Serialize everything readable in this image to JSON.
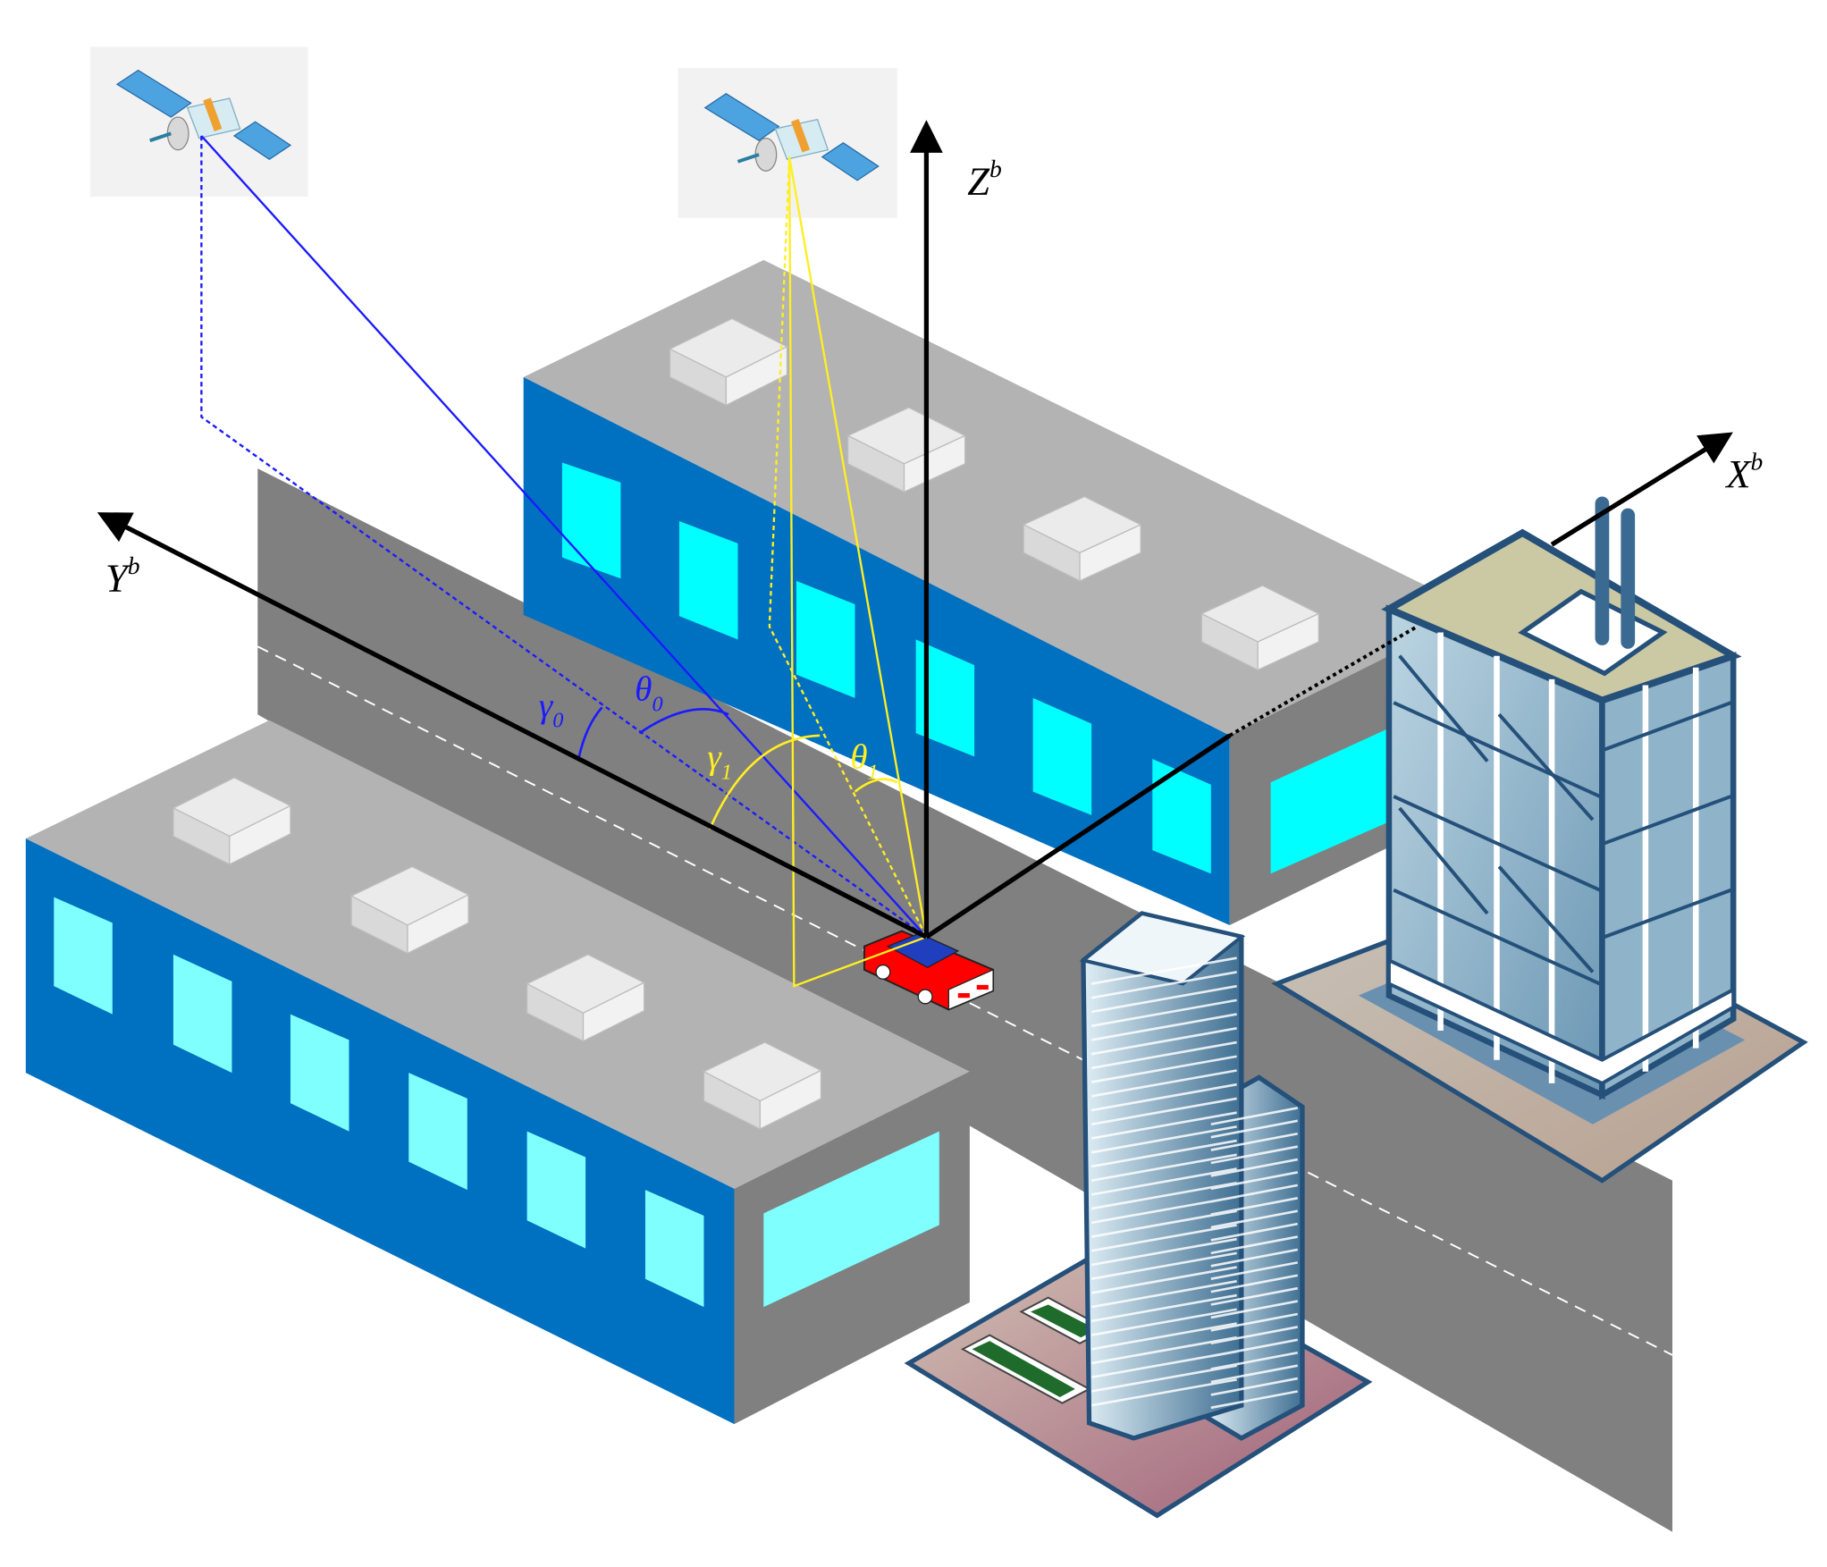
{
  "axes": {
    "z": {
      "base": "Z",
      "sup": "b"
    },
    "x": {
      "base": "X",
      "sup": "b"
    },
    "y": {
      "base": "Y",
      "sup": "b"
    }
  },
  "angles": {
    "gamma0": {
      "base": "γ",
      "sub": "0"
    },
    "theta0": {
      "base": "θ",
      "sub": "0"
    },
    "gamma1": {
      "base": "γ",
      "sub": "1"
    },
    "theta1": {
      "base": "θ",
      "sub": "1"
    }
  },
  "colors": {
    "satellite0": "#1a1aff",
    "satellite1": "#ffee22",
    "building_blue": "#0070c0",
    "window_cyan": "#00ffff",
    "window_light": "#80ffff",
    "roof_gray": "#b3b3b3",
    "road_gray": "#808080",
    "car_red": "#ff0000"
  },
  "icons": [
    "satellite-icon",
    "car-icon",
    "tower-icon",
    "skyscraper-icon"
  ]
}
